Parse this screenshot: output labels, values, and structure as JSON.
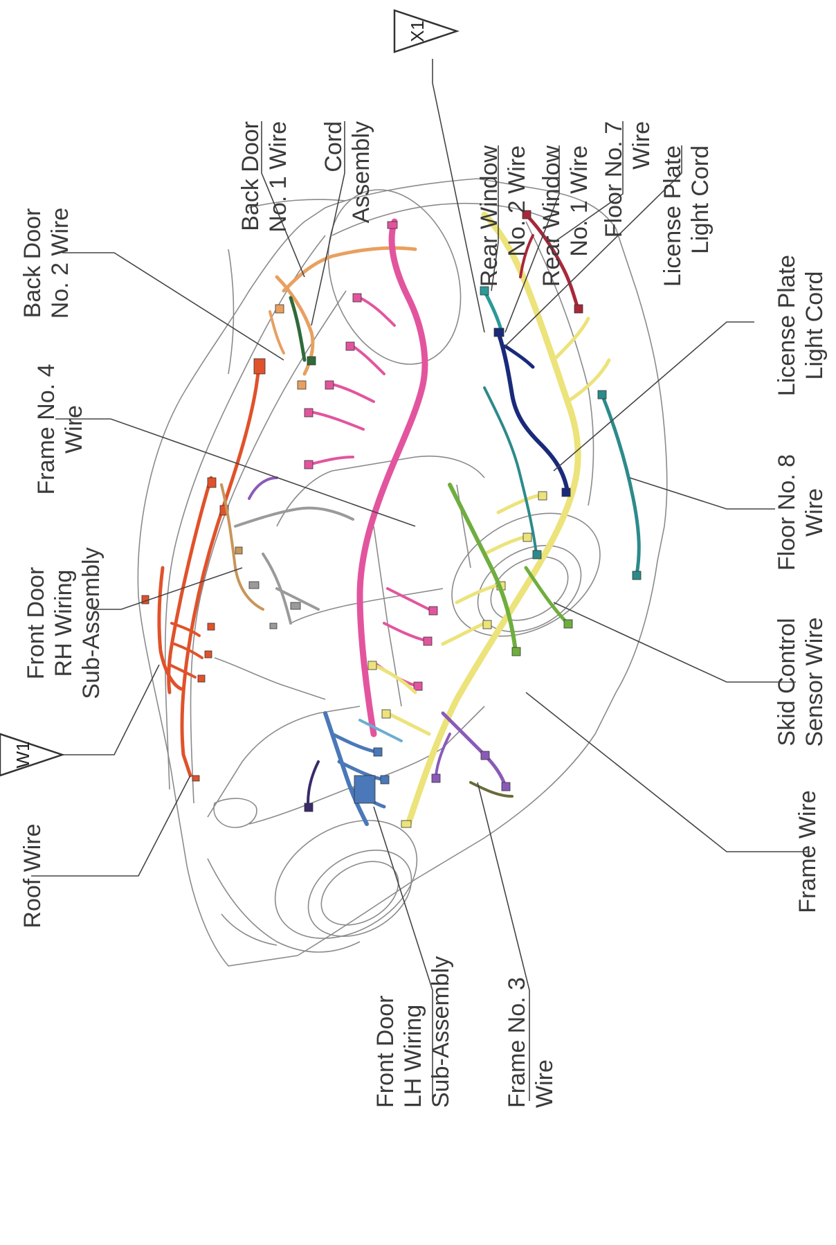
{
  "labels": {
    "back_door_no1": [
      "Back Door",
      "No. 1 Wire"
    ],
    "cord_assembly": [
      "Cord",
      "Assembly"
    ],
    "rear_window_no2": [
      "Rear Window",
      "No. 2 Wire"
    ],
    "rear_window_no1": [
      "Rear Window",
      "No. 1 Wire"
    ],
    "floor_no7": [
      "Floor No. 7",
      "Wire"
    ],
    "license_plate_top": [
      "License Plate",
      "Light Cord"
    ],
    "back_door_no2": [
      "Back Door",
      "No. 2 Wire"
    ],
    "frame_no4": [
      "Frame No. 4",
      "Wire"
    ],
    "front_door_rh": [
      "Front Door",
      "RH Wiring",
      "Sub-Assembly"
    ],
    "roof_wire": [
      "Roof Wire"
    ],
    "license_plate_right": [
      "License Plate",
      "Light Cord"
    ],
    "floor_no8": [
      "Floor No. 8",
      "Wire"
    ],
    "skid_control": [
      "Skid Control",
      "Sensor Wire"
    ],
    "frame_wire": [
      "Frame Wire"
    ],
    "front_door_lh": [
      "Front Door",
      "LH Wiring",
      "Sub-Assembly"
    ],
    "frame_no3": [
      "Frame No. 3",
      "Wire"
    ]
  },
  "markers": {
    "x1": "X1",
    "w1": "W1"
  },
  "colors": {
    "roof_wire": "#e0522b",
    "front_door_rh": "#c8955a",
    "back_door": "#e8a060",
    "frame_no4": "#e2559e",
    "frame_wire": "#ece37a",
    "floor_no7": "#a8283a",
    "rear_window_no2": "#2a9a98",
    "rear_window_no1": "#1a2a7a",
    "floor_no8": "#2d8a8a",
    "skid_control": "#6fae3e",
    "front_door_lh": "#4a78b8",
    "frame_no3": "#8a5ab8",
    "cord_assembly": "#2f6b3a",
    "misc_gray": "#9a9a9a"
  }
}
